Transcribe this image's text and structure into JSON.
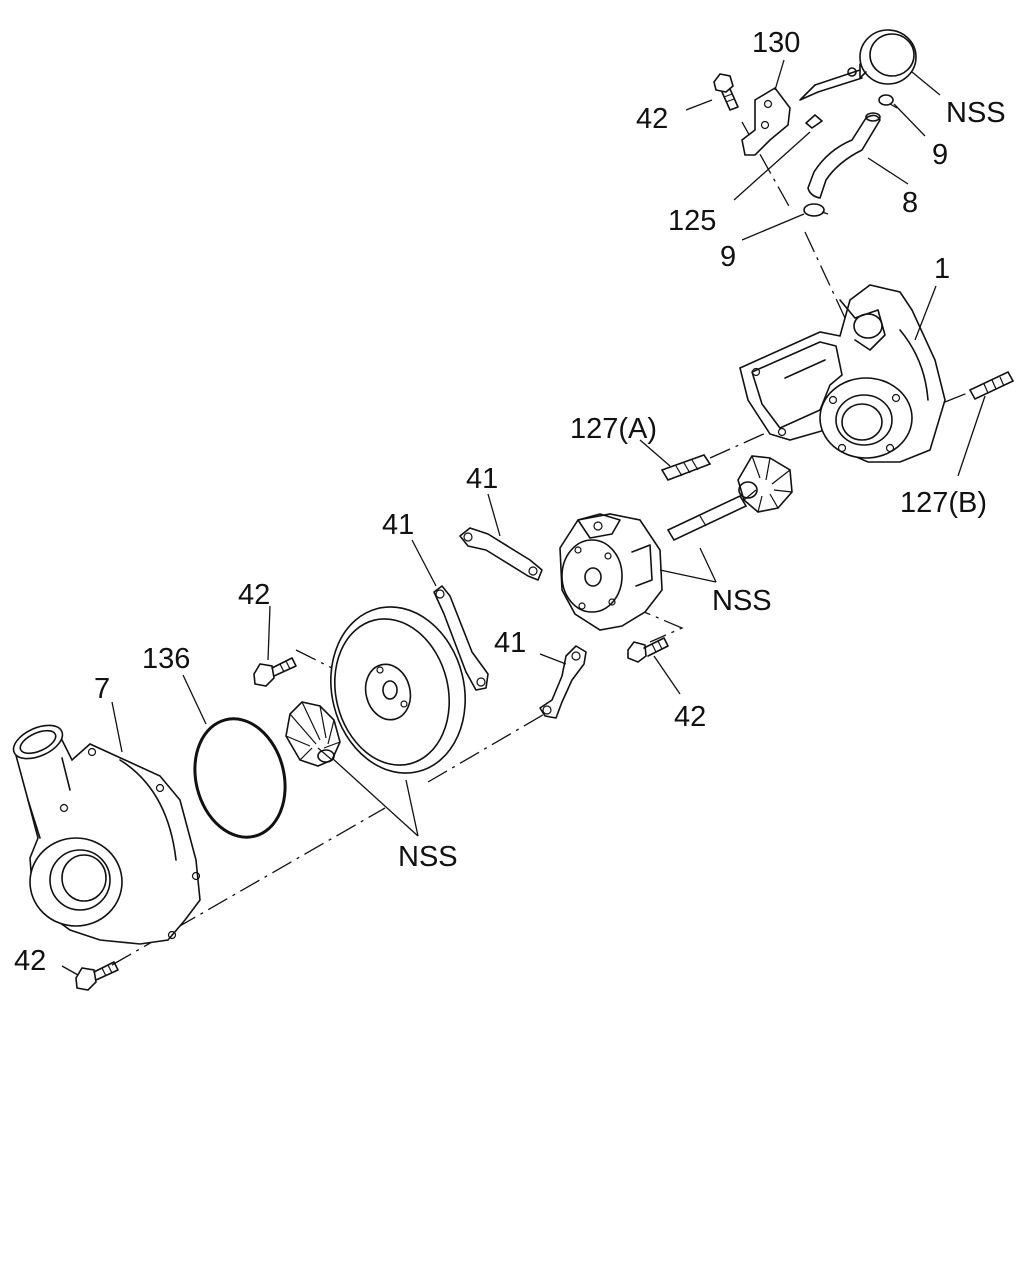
{
  "callouts": {
    "c130": "130",
    "c42_top": "42",
    "nss_top": "NSS",
    "c9_top": "9",
    "c8": "8",
    "c125": "125",
    "c9_mid": "9",
    "c1": "1",
    "c127a": "127(A)",
    "c127b": "127(B)",
    "c41_top": "41",
    "c41_mid": "41",
    "nss_mid": "NSS",
    "c42_left": "42",
    "c136": "136",
    "c7": "7",
    "c41_low": "41",
    "c42_right": "42",
    "nss_low": "NSS",
    "c42_bottom": "42"
  }
}
